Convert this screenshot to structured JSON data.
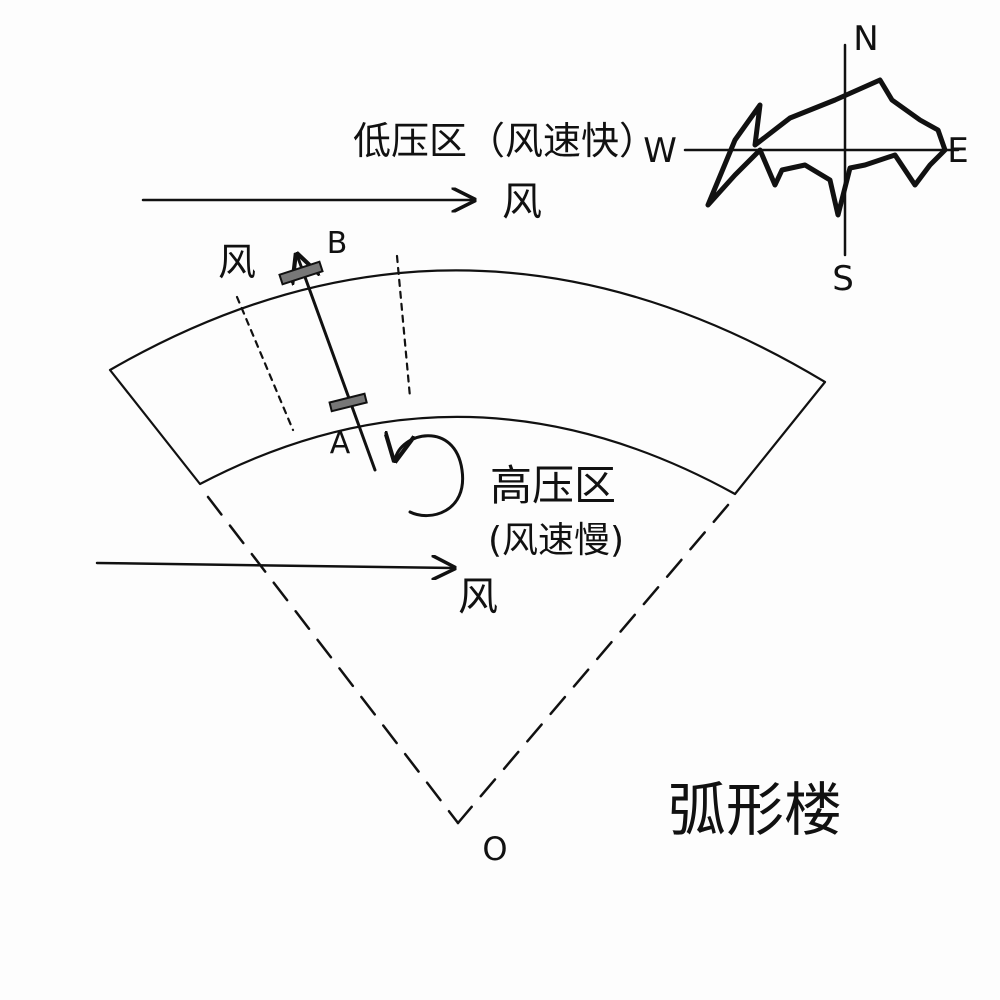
{
  "labels": {
    "low_pressure": "低压区（风速快）",
    "high_pressure_line1": "高压区",
    "high_pressure_line2": "(风速慢)",
    "wind_top": "风",
    "wind_left": "风",
    "wind_bottom": "风",
    "point_a": "A",
    "point_b": "B",
    "point_o": "O",
    "caption": "弧形楼"
  },
  "compass": {
    "north": "N",
    "south": "S",
    "west": "W",
    "east": "E"
  },
  "colors": {
    "ink": "#111111",
    "paper": "#fdfdfd"
  }
}
